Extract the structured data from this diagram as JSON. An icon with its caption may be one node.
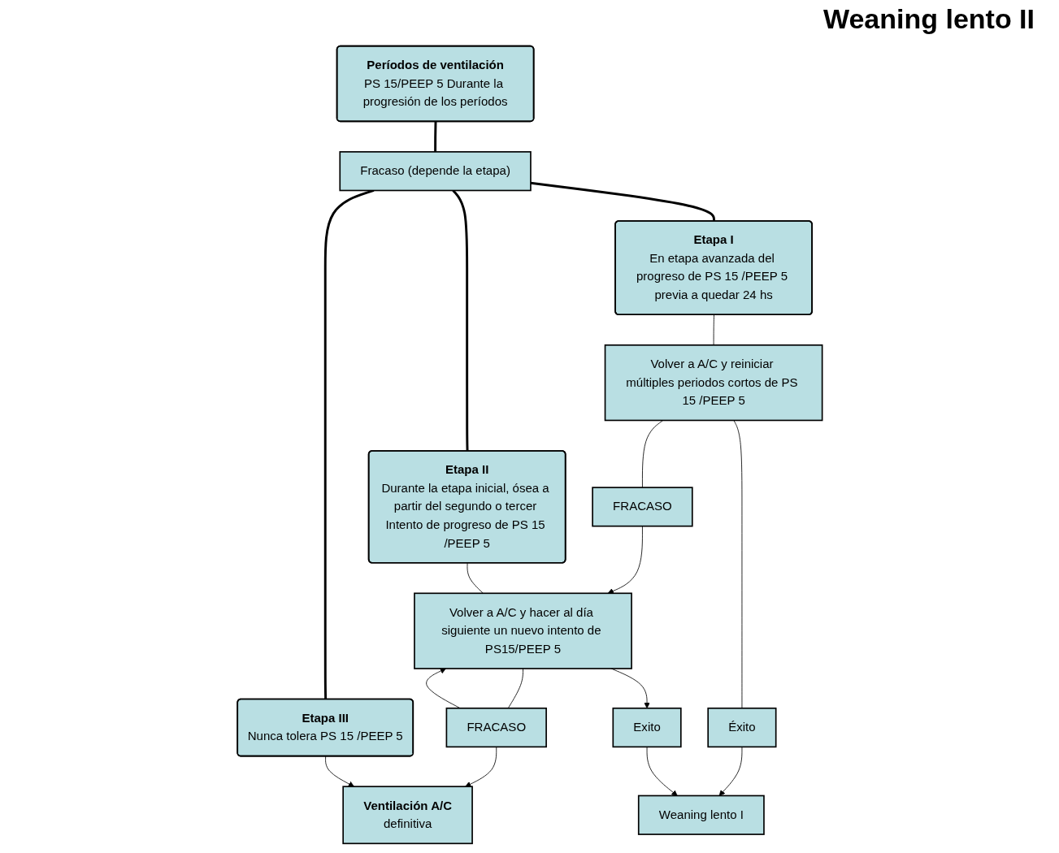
{
  "diagram": {
    "title": "Weaning lento II",
    "nodes": [
      {
        "text": [
          "Períodos de ventilación",
          "PS 15/PEEP 5 Durante la progresión de los períodos"
        ]
      },
      {
        "text": [
          "Fracaso (depende la etapa)"
        ]
      },
      {
        "text": [
          "Etapa I",
          "En etapa avanzada del progreso de PS 15 /PEEP 5 previa a quedar 24 hs"
        ]
      },
      {
        "text": [
          "Etapa II",
          "Durante la etapa inicial, ósea a partir del segundo o tercer Intento de progreso de PS 15 /PEEP 5"
        ]
      },
      {
        "text": [
          "Etapa III",
          "Nunca tolera PS 15 /PEEP 5"
        ]
      },
      {
        "text": [
          "Volver a A/C y reiniciar múltiples periodos cortos de PS 15 /PEEP 5"
        ]
      },
      {
        "text": [
          "FRACASO"
        ]
      },
      {
        "text": [
          "Volver a A/C y hacer al día siguiente un nuevo intento de PS15/PEEP 5"
        ]
      },
      {
        "text": [
          "FRACASO"
        ]
      },
      {
        "text": [
          "Ventilación A/C",
          "definitiva"
        ]
      },
      {
        "text": [
          "Éxito"
        ]
      },
      {
        "text": [
          "Weaning lento I"
        ]
      },
      {
        "text": [
          "Exito"
        ]
      }
    ],
    "edges": [
      {
        "from": 0,
        "to": 1,
        "arrow": "none",
        "style": "thick"
      },
      {
        "from": 1,
        "to": 2,
        "arrow": "none",
        "style": "thick"
      },
      {
        "from": 1,
        "to": 3,
        "arrow": "none",
        "style": "thick"
      },
      {
        "from": 1,
        "to": 4,
        "arrow": "none",
        "style": "thick"
      },
      {
        "from": 2,
        "to": 5,
        "arrow": "none"
      },
      {
        "from": 5,
        "to": 6,
        "arrow": "none"
      },
      {
        "from": 6,
        "to": 7,
        "arrow": "to"
      },
      {
        "from": 3,
        "to": 7,
        "arrow": "none"
      },
      {
        "from": 7,
        "to": 8,
        "arrow": "none"
      },
      {
        "from": 8,
        "to": 9,
        "arrow": "to"
      },
      {
        "from": 8,
        "to": 7,
        "arrow": "to"
      },
      {
        "from": 4,
        "to": 9,
        "arrow": "to"
      },
      {
        "from": 5,
        "to": 10,
        "arrow": "none"
      },
      {
        "from": 10,
        "to": 11,
        "arrow": "to"
      },
      {
        "from": 7,
        "to": 12,
        "arrow": "to"
      },
      {
        "from": 12,
        "to": 11,
        "arrow": "to"
      }
    ]
  }
}
